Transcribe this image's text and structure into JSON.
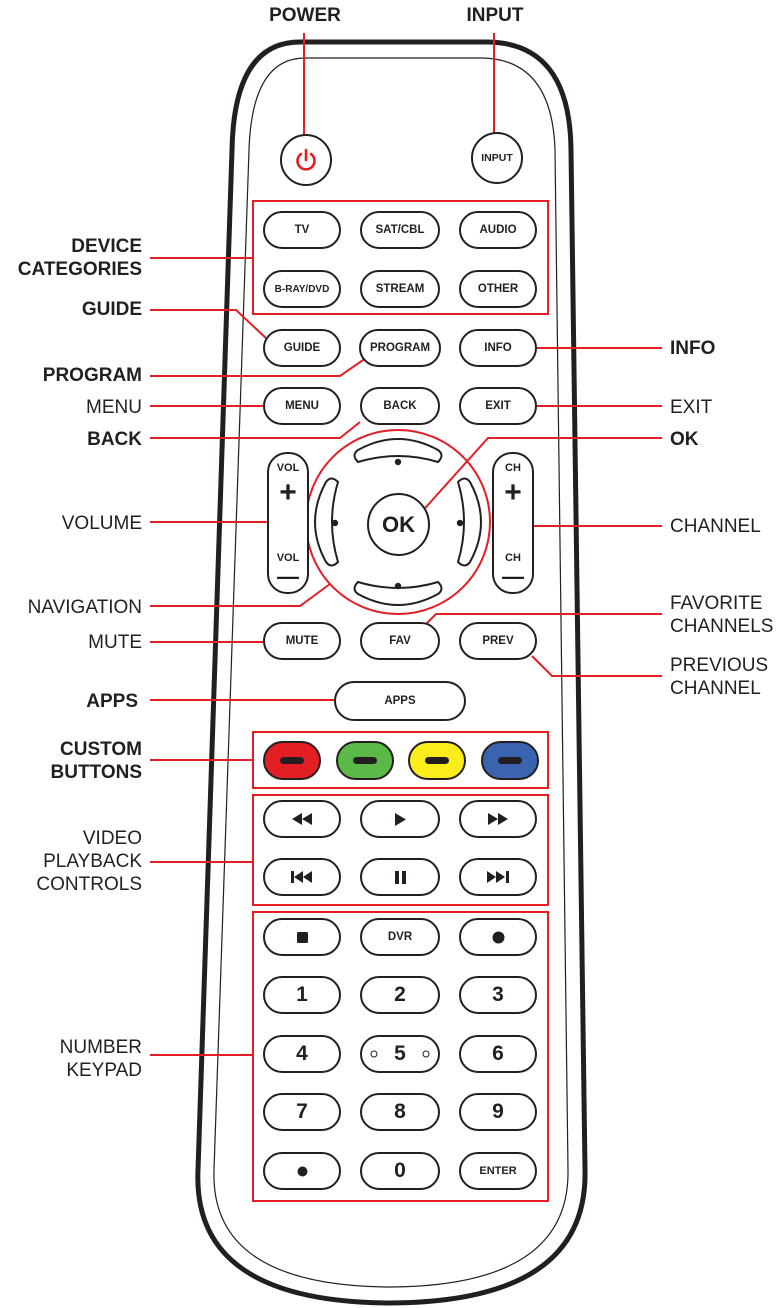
{
  "labels": {
    "power": "POWER",
    "input": "INPUT",
    "device_categories": "DEVICE\nCATEGORIES",
    "guide": "GUIDE",
    "program": "PROGRAM",
    "menu": "MENU",
    "back": "BACK",
    "volume": "VOLUME",
    "navigation": "NAVIGATION",
    "mute": "MUTE",
    "apps": "APPS",
    "custom_buttons": "CUSTOM\nBUTTONS",
    "video_playback": "VIDEO\nPLAYBACK\nCONTROLS",
    "number_keypad": "NUMBER\nKEYPAD",
    "info": "INFO",
    "exit": "EXIT",
    "ok": "OK",
    "channel": "CHANNEL",
    "favorite_channels": "FAVORITE\nCHANNELS",
    "previous_channel": "PREVIOUS\nCHANNEL"
  },
  "buttons": {
    "input": "INPUT",
    "tv": "TV",
    "sat_cbl": "SAT/CBL",
    "audio": "AUDIO",
    "bray_dvd": "B-RAY/DVD",
    "stream": "STREAM",
    "other": "OTHER",
    "guide": "GUIDE",
    "program": "PROGRAM",
    "info": "INFO",
    "menu": "MENU",
    "back": "BACK",
    "exit": "EXIT",
    "ok": "OK",
    "vol": "VOL",
    "ch": "CH",
    "plus": "+",
    "minus": "—",
    "mute": "MUTE",
    "fav": "FAV",
    "prev": "PREV",
    "apps": "APPS",
    "dvr": "DVR",
    "enter": "ENTER",
    "digits": [
      "1",
      "2",
      "3",
      "4",
      "5",
      "6",
      "7",
      "8",
      "9",
      "0"
    ]
  },
  "colors": {
    "accent": "#e31e24",
    "outline": "#231f20",
    "custom_red": "#e31e24",
    "custom_green": "#5ab947",
    "custom_yellow": "#fbec1c",
    "custom_blue": "#3b64b0"
  },
  "icons": [
    "power-icon",
    "rewind-icon",
    "play-icon",
    "fast-forward-icon",
    "skip-back-icon",
    "pause-icon",
    "skip-forward-icon",
    "stop-icon",
    "record-icon",
    "dot-icon"
  ]
}
